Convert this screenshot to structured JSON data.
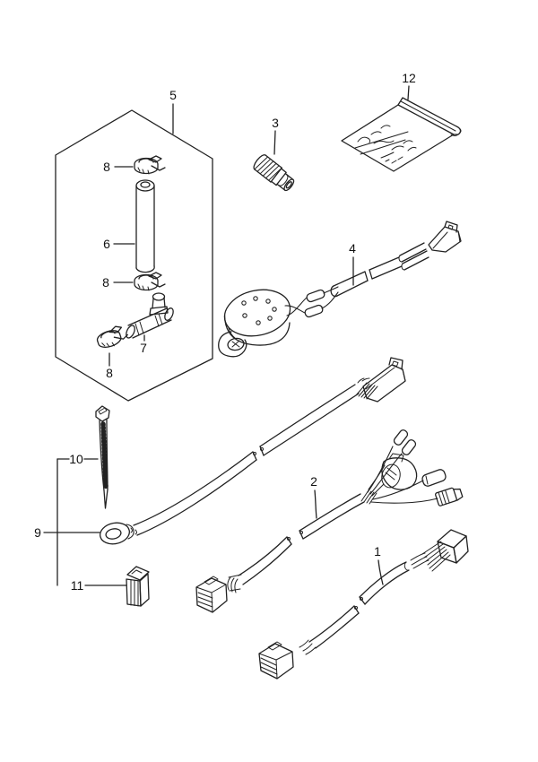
{
  "figure": {
    "description": "Black-and-white exploded parts line diagram of optional wiring harnesses, connectors, buzzer, clamps, tube, cable tie and parts bag",
    "background_color": "#ffffff",
    "line_color": "#222222",
    "label_color": "#111111"
  },
  "callouts": {
    "part1": {
      "text": "1"
    },
    "part2": {
      "text": "2"
    },
    "part3": {
      "text": "3"
    },
    "part4": {
      "text": "4"
    },
    "part5": {
      "text": "5"
    },
    "part6": {
      "text": "6"
    },
    "part7": {
      "text": "7"
    },
    "part8_top": {
      "text": "8"
    },
    "part8_mid": {
      "text": "8"
    },
    "part8_bottom": {
      "text": "8"
    },
    "part9": {
      "text": "9"
    },
    "part10": {
      "text": "10"
    },
    "part11": {
      "text": "11"
    },
    "part12": {
      "text": "12"
    }
  }
}
